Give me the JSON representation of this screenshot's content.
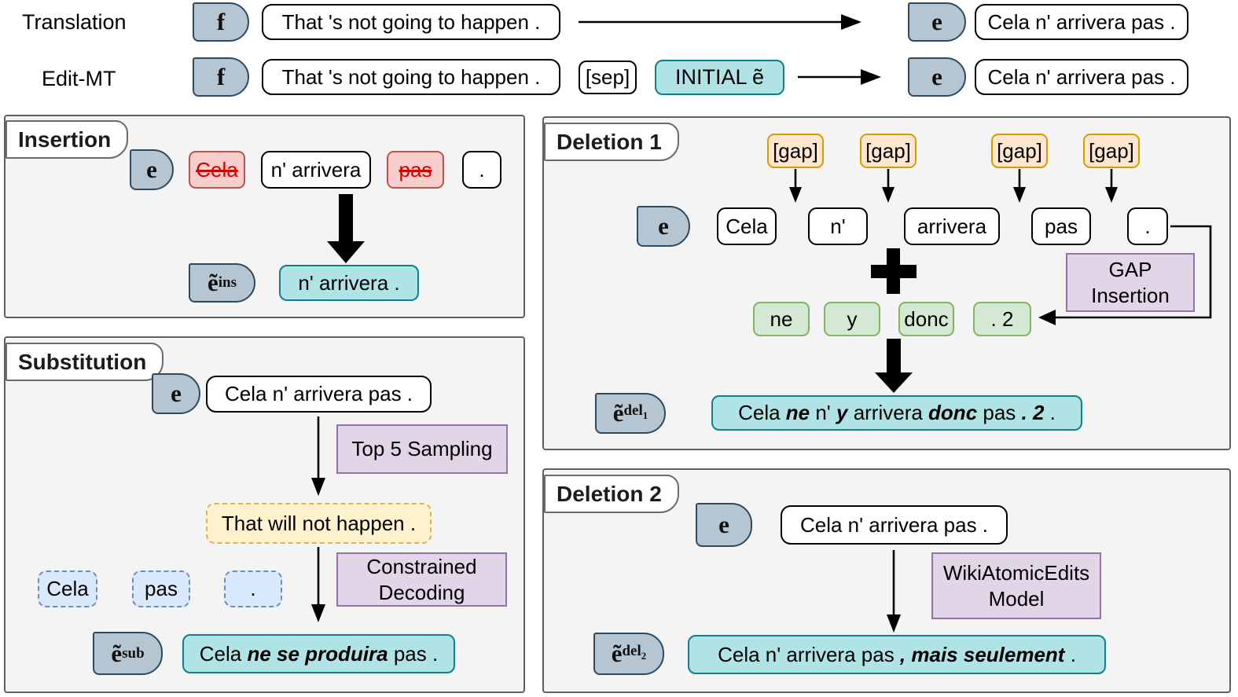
{
  "colors": {
    "panel_bg": "#f4f4f4",
    "panel_border": "#5f5f5f",
    "tag_fill": "#b5c6d2",
    "tag_border": "#30495c",
    "teal_fill": "#b0e3e6",
    "teal_border": "#0e8088",
    "purple_fill": "#e1d5e7",
    "purple_border": "#9673a6",
    "orange_fill": "#ffe6cc",
    "orange_border": "#d79b00",
    "green_fill": "#d5e8d4",
    "green_border": "#82b366",
    "red_fill": "#f8cecc",
    "red_border": "#b85450",
    "red_text": "#d40000",
    "yellow_fill": "#fff2cc",
    "yellow_border": "#d6b656",
    "blue_fill": "#dae8fc",
    "blue_border": "#6c8ebf"
  },
  "top": {
    "rows": [
      {
        "label": "Translation",
        "f": "f",
        "src": "That 's not going to happen .",
        "e": "e",
        "tgt": "Cela n' arrivera pas ."
      },
      {
        "label": "Edit-MT",
        "f": "f",
        "src": "That 's not going to happen .",
        "sep": "[sep]",
        "initial": "INITIAL ẽ",
        "e": "e",
        "tgt": "Cela n' arrivera pas ."
      }
    ]
  },
  "insertion": {
    "title": "Insertion",
    "e_label": "e",
    "tokens": [
      {
        "text": "Cela",
        "deleted": true
      },
      {
        "text": "n' arrivera",
        "deleted": false
      },
      {
        "text": "pas",
        "deleted": true
      },
      {
        "text": ".",
        "deleted": false
      }
    ],
    "out_label": {
      "base": "ẽ",
      "sub": "ins"
    },
    "result": "n' arrivera ."
  },
  "substitution": {
    "title": "Substitution",
    "e_label": "e",
    "input": "Cela n' arrivera pas .",
    "step1": "Top 5 Sampling",
    "intermediate": "That will not happen .",
    "step2_line1": "Constrained",
    "step2_line2": "Decoding",
    "constraints": [
      "Cela",
      "pas",
      "."
    ],
    "out_label": {
      "base": "ẽ",
      "sub": "sub"
    },
    "result_segments": [
      {
        "t": "Cela "
      },
      {
        "t": "ne se produira",
        "em": true
      },
      {
        "t": " pas ."
      }
    ]
  },
  "deletion1": {
    "title": "Deletion 1",
    "e_label": "e",
    "gaps": [
      "[gap]",
      "[gap]",
      "[gap]",
      "[gap]"
    ],
    "tokens": [
      "Cela",
      "n'",
      "arrivera",
      "pas",
      "."
    ],
    "insertions": [
      "ne",
      "y",
      "donc",
      ". 2"
    ],
    "gap_step_line1": "GAP",
    "gap_step_line2": "Insertion",
    "out_label": {
      "base": "ẽ",
      "sub": "del",
      "subsub": "1"
    },
    "result_segments": [
      {
        "t": "Cela "
      },
      {
        "t": "ne",
        "em": true
      },
      {
        "t": " n' "
      },
      {
        "t": "y",
        "em": true
      },
      {
        "t": " arrivera "
      },
      {
        "t": "donc",
        "em": true
      },
      {
        "t": " pas "
      },
      {
        "t": ". 2",
        "em": true
      },
      {
        "t": " ."
      }
    ]
  },
  "deletion2": {
    "title": "Deletion 2",
    "e_label": "e",
    "input": "Cela n' arrivera pas .",
    "step_line1": "WikiAtomicEdits",
    "step_line2": "Model",
    "out_label": {
      "base": "ẽ",
      "sub": "del",
      "subsub": "2"
    },
    "result_segments": [
      {
        "t": "Cela n' arrivera pas "
      },
      {
        "t": ", mais seulement",
        "em": true
      },
      {
        "t": " ."
      }
    ]
  }
}
